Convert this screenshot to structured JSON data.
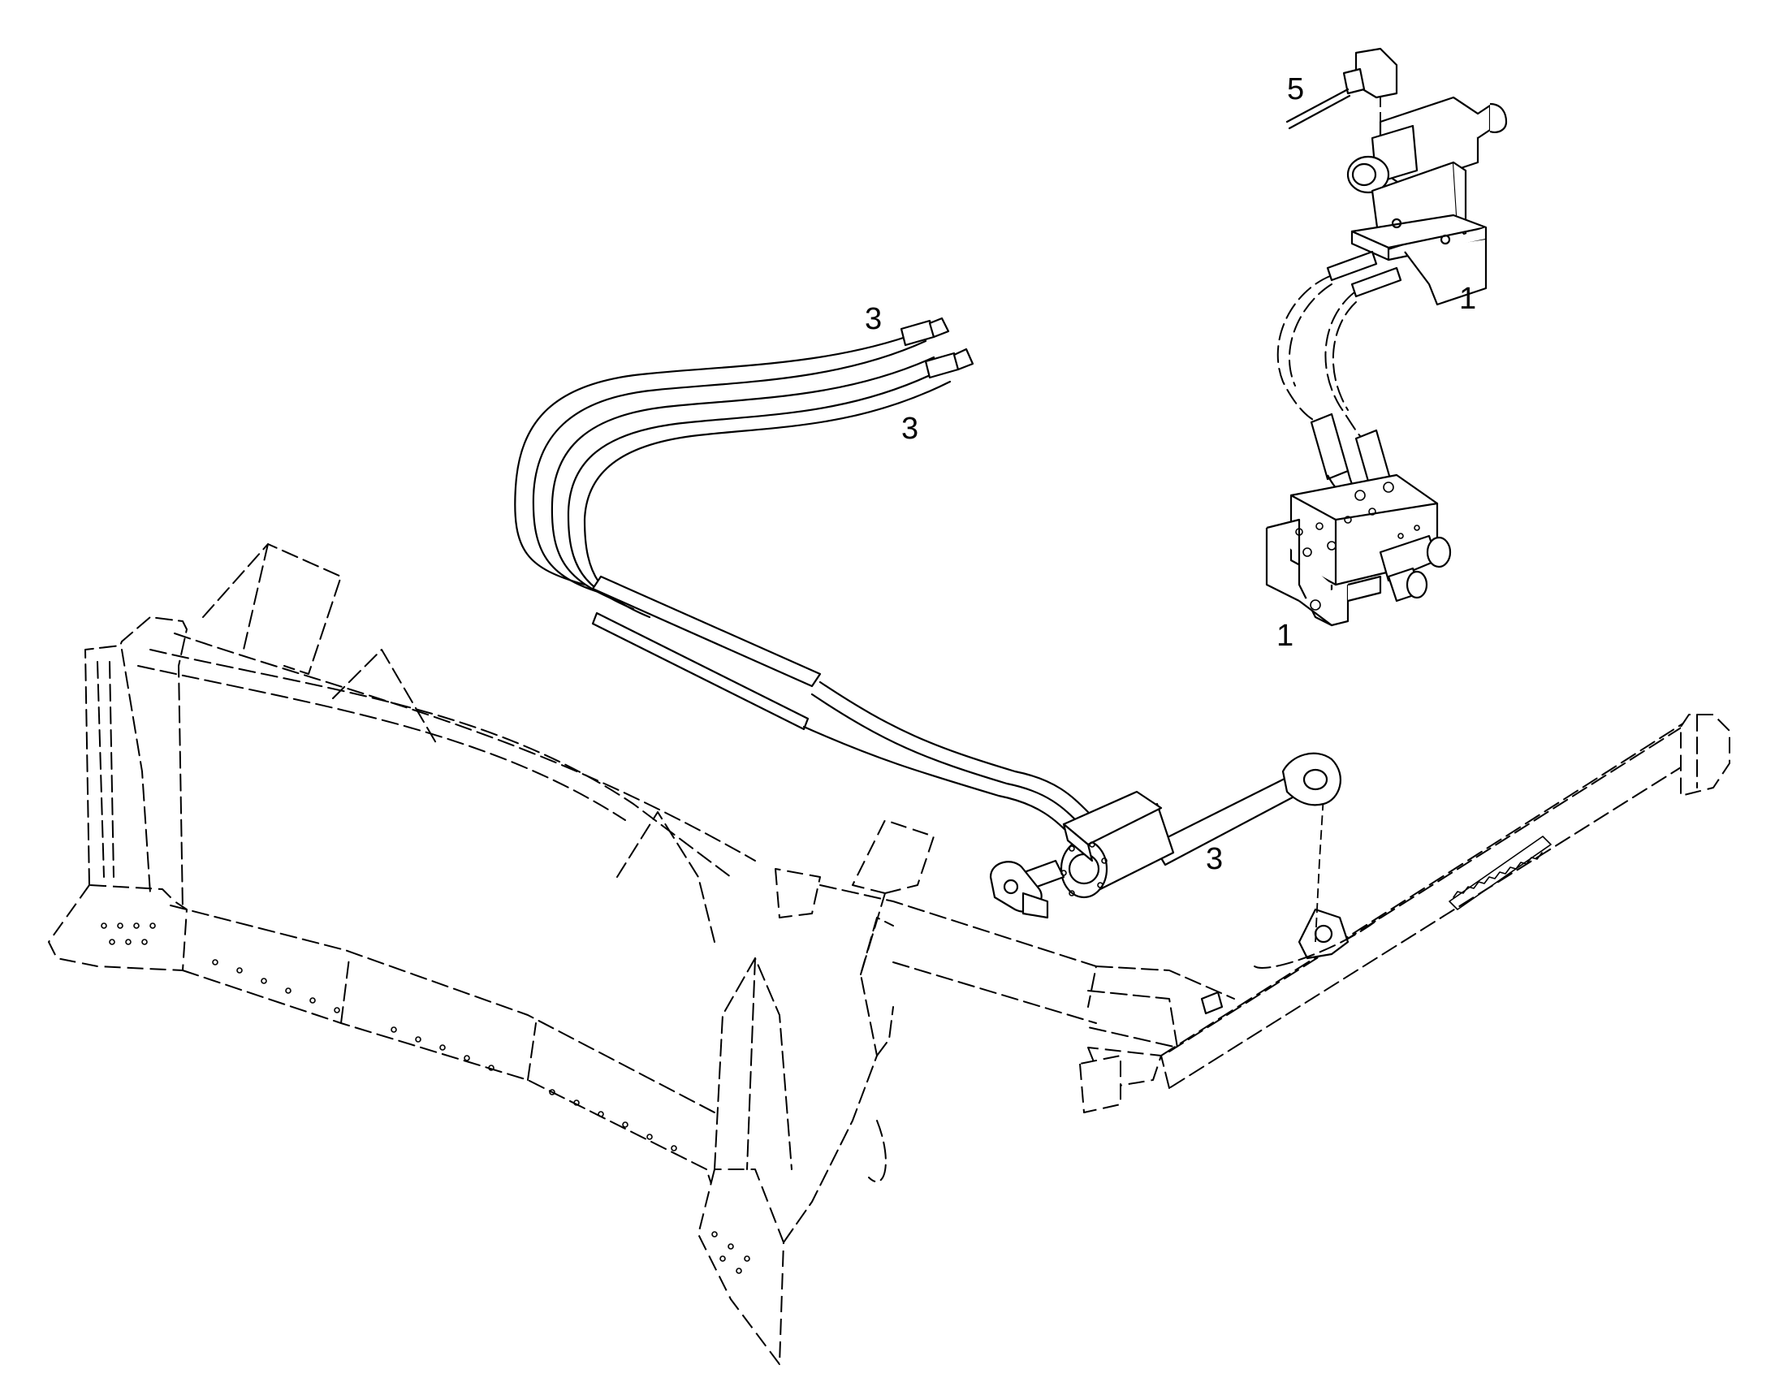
{
  "labels": {
    "top_connector": "5",
    "solenoid_valve": "1",
    "control_block": "1",
    "hose_upper": "3",
    "hose_lower": "3",
    "cylinder": "3"
  }
}
